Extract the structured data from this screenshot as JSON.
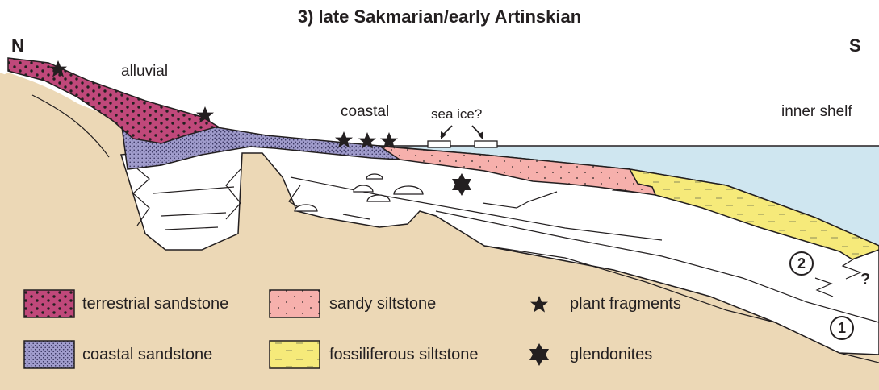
{
  "title": "3) late Sakmarian/early Artinskian",
  "directions": {
    "north": "N",
    "south": "S"
  },
  "environments": {
    "alluvial": "alluvial",
    "coastal": "coastal",
    "inner_shelf": "inner shelf",
    "sea_ice": "sea ice?"
  },
  "unit_markers": {
    "unit_1": "1",
    "unit_2": "2",
    "uncertain": "?"
  },
  "legend": [
    {
      "key": "terrestrial",
      "label": "terrestrial sandstone",
      "color": "#c0487a"
    },
    {
      "key": "sandy_siltstone",
      "label": "sandy siltstone",
      "color": "#f6b0ac"
    },
    {
      "key": "plant",
      "label": "plant fragments",
      "symbol": "five-point-star"
    },
    {
      "key": "coastal",
      "label": "coastal sandstone",
      "color": "#a09ccc"
    },
    {
      "key": "fossiliferous",
      "label": "fossiliferous siltstone",
      "color": "#f6ea7a"
    },
    {
      "key": "glendonites",
      "label": "glendonites",
      "symbol": "six-point-star"
    }
  ],
  "colors": {
    "basement": "#ecd8b6",
    "sea": "#cfe6f0",
    "ink": "#231f20"
  }
}
